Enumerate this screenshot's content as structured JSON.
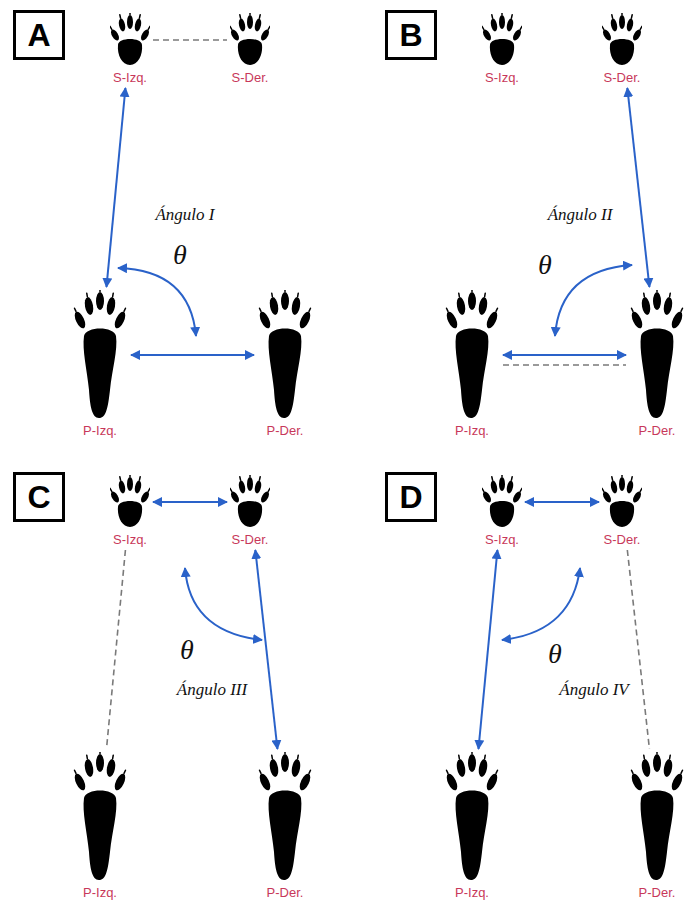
{
  "diagram": {
    "nodes": [
      {
        "text": [
          "A"
        ]
      },
      {
        "text": [
          "S-Izq."
        ]
      },
      {
        "text": [
          "S-Der."
        ]
      },
      {
        "text": [
          "P-Izq."
        ]
      },
      {
        "text": [
          "P-Der."
        ]
      },
      {
        "text": [
          "B"
        ]
      },
      {
        "text": [
          "S-Izq."
        ]
      },
      {
        "text": [
          "S-Der."
        ]
      },
      {
        "text": [
          "P-Izq."
        ]
      },
      {
        "text": [
          "P-Der."
        ]
      },
      {
        "text": [
          "C"
        ]
      },
      {
        "text": [
          "S-Izq."
        ]
      },
      {
        "text": [
          "S-Der."
        ]
      },
      {
        "text": [
          "P-Izq."
        ]
      },
      {
        "text": [
          "P-Der."
        ]
      },
      {
        "text": [
          "D"
        ]
      },
      {
        "text": [
          "S-Izq."
        ]
      },
      {
        "text": [
          "S-Der."
        ]
      },
      {
        "text": [
          "P-Izq."
        ]
      },
      {
        "text": [
          "P-Der."
        ]
      }
    ],
    "edges": [
      {
        "from": 1,
        "to": 2,
        "arrow": "none"
      },
      {
        "from": 1,
        "to": 3,
        "arrow": "both"
      },
      {
        "from": 3,
        "to": 4,
        "arrow": "both"
      },
      {
        "from": 7,
        "to": 9,
        "arrow": "both"
      },
      {
        "from": 8,
        "to": 9,
        "arrow": "both"
      },
      {
        "from": 8,
        "to": 9,
        "arrow": "none"
      },
      {
        "from": 11,
        "to": 12,
        "arrow": "both"
      },
      {
        "from": 12,
        "to": 14,
        "arrow": "both"
      },
      {
        "from": 11,
        "to": 13,
        "arrow": "none"
      },
      {
        "from": 16,
        "to": 17,
        "arrow": "both"
      },
      {
        "from": 16,
        "to": 18,
        "arrow": "both"
      },
      {
        "from": 17,
        "to": 19,
        "arrow": "none"
      }
    ],
    "labels": [
      "Ángulo I",
      "θ",
      "Ángulo II",
      "θ",
      "Ángulo III",
      "θ",
      "Ángulo IV",
      "θ"
    ]
  }
}
